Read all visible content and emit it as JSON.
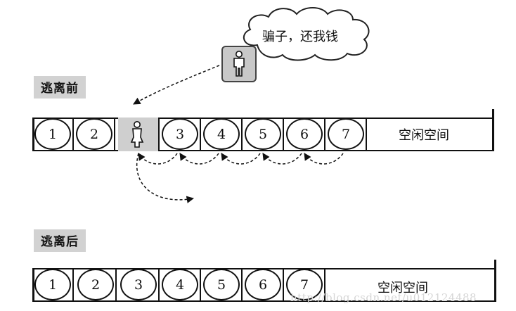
{
  "before": {
    "label": "逃离前",
    "slots": [
      "1",
      "2",
      "",
      "3",
      "4",
      "5",
      "6",
      "7"
    ],
    "person_slot_index": 2,
    "free_space_label": "空闲空间"
  },
  "after": {
    "label": "逃离后",
    "slots": [
      "1",
      "2",
      "3",
      "4",
      "5",
      "6",
      "7"
    ],
    "free_space_label": "空闲空间"
  },
  "speech": {
    "text": "骗子，还我钱"
  },
  "icons": {
    "person": "person-icon",
    "cloud": "thought-cloud-icon"
  },
  "watermark": "http://blog.csdn.net/u012124488",
  "colors": {
    "highlight_fill": "#cfcfcf",
    "label_bg": "#d2d2d2",
    "line": "#111111"
  }
}
